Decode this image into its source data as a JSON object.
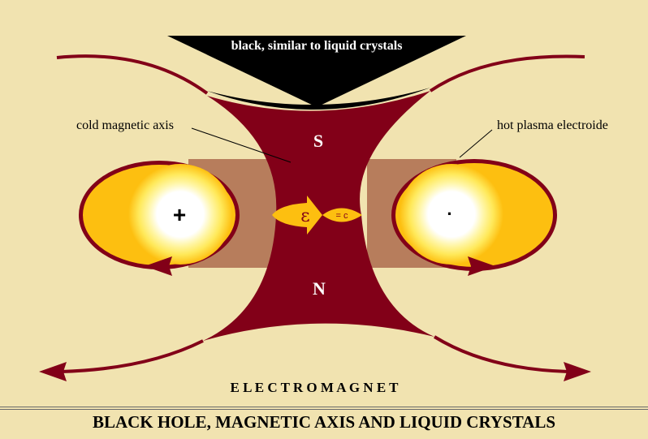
{
  "diagram": {
    "top_label": "black, similar to liquid crystals",
    "label_cold_axis": "cold magnetic axis",
    "label_hot_plasma": "hot plasma electroide",
    "pole_south": "S",
    "pole_north": "N",
    "plus_sign": "+",
    "dot_sign": "·",
    "epsilon": "ε",
    "equals_c": "= c",
    "electromagnet": "E L E C T R O M A G N E T",
    "caption": "BLACK HOLE, MAGNETIC AXIS AND LIQUID CRYSTALS"
  },
  "colors": {
    "background": "#f1e3b0",
    "maroon": "#820018",
    "tan": "#b77d5c",
    "yellow": "#fdbf10",
    "light_yellow": "#ffe95a",
    "white": "#ffffff",
    "black": "#000000"
  }
}
